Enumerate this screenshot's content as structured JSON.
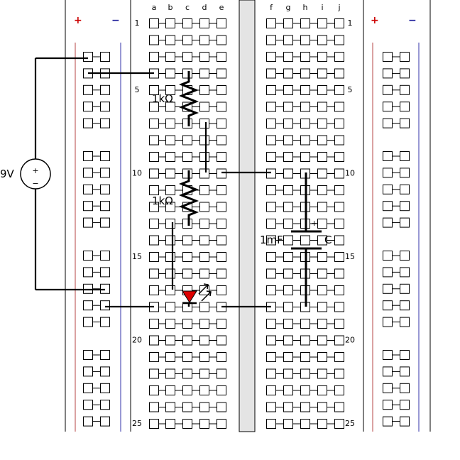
{
  "board": {
    "column_letters_left": [
      "a",
      "b",
      "c",
      "d",
      "e"
    ],
    "column_letters_right": [
      "f",
      "g",
      "h",
      "i",
      "j"
    ],
    "row_numbers_left": [
      "1",
      "5",
      "10",
      "15",
      "20",
      "25"
    ],
    "row_numbers_right": [
      "1",
      "5",
      "10",
      "15",
      "20",
      "25"
    ],
    "rail_plus_label": "+",
    "rail_minus_label": "−",
    "colors": {
      "rail_red": "#b44444",
      "rail_blue": "#3333aa",
      "wire": "#000000",
      "led": "#dd0000"
    }
  },
  "components": {
    "battery": {
      "label": "9V",
      "plus": "+",
      "minus": "−"
    },
    "resistor_top": {
      "label": "1kΩ"
    },
    "resistor_bottom": {
      "label": "1kΩ"
    },
    "capacitor": {
      "value_label": "1mF",
      "name_label": "C",
      "polarity": "+"
    },
    "led": {
      "icon": "led-icon"
    }
  }
}
